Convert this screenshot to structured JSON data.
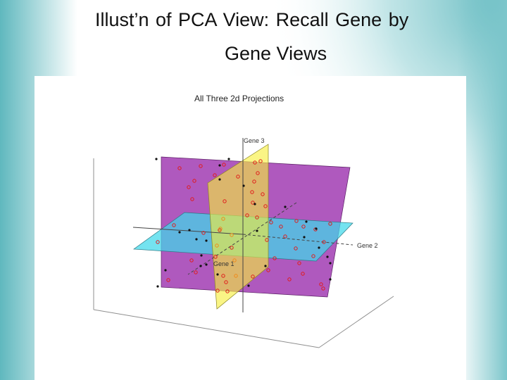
{
  "slide": {
    "title_line1": "Illust’n of PCA View:    Recall Gene by",
    "title_line2": "Gene Views"
  },
  "figure": {
    "title": "All Three 2d Projections",
    "axis_labels": {
      "gene1": "Gene 1",
      "gene2": "Gene 2",
      "gene3": "Gene 3"
    },
    "colors": {
      "plane_gene1_gene3": "#9b2fae",
      "plane_gene1_gene2": "#3fd8ea",
      "plane_gene2_gene3": "#f7ef3a",
      "points_open": "#e01b1b",
      "points_filled": "#111111",
      "slide_gradient": "#5fb8be"
    }
  }
}
